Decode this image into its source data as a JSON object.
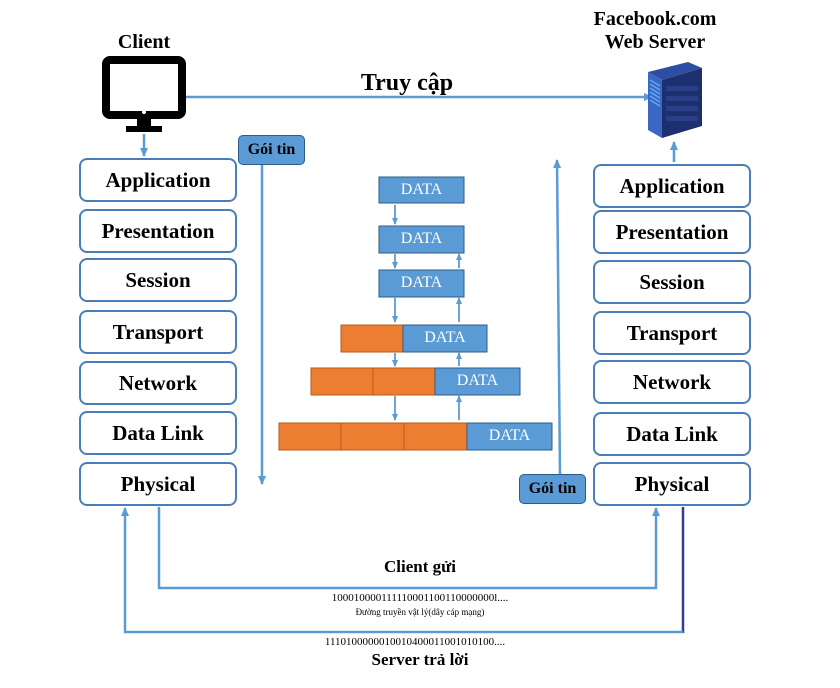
{
  "client": {
    "title": "Client"
  },
  "server": {
    "title_line1": "Facebook.com",
    "title_line2": "Web Server"
  },
  "access_label": "Truy cập",
  "packet_tag_left": "Gói tin",
  "packet_tag_right": "Gói tin",
  "layers_left": [
    "Application",
    "Presentation",
    "Session",
    "Transport",
    "Network",
    "Data Link",
    "Physical"
  ],
  "layers_right": [
    "Application",
    "Presentation",
    "Session",
    "Transport",
    "Network",
    "Data Link",
    "Physical"
  ],
  "data_label": "DATA",
  "client_send_label": "Client gửi",
  "bits_sent": "100010000111110001100110000000l....",
  "medium_label": "Đường truyền vật lý(dây cáp mạng)",
  "bits_received": "1110100000010010400011001010100....",
  "server_reply_label": "Server trả lời",
  "colors": {
    "layer_border": "#4a7ebb",
    "data_box": "#5b9bd5",
    "header_box": "#ed7d31",
    "arrow": "#5b9bd5",
    "dark_line": "#2f3f8f"
  }
}
